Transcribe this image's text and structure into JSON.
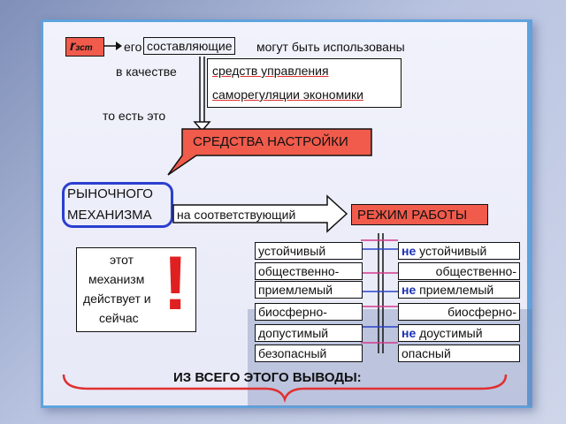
{
  "symbol": {
    "main": "r",
    "sub": "зст"
  },
  "line1": {
    "lead": "его",
    "boxed": "составляющие",
    "rest": "могут быть использованы"
  },
  "line2": {
    "lead": "в качестве",
    "option_a": "средств управления",
    "option_b": "саморегуляции экономики"
  },
  "line3": "то есть это",
  "tuning_box": "СРЕДСТВА НАСТРОЙКИ",
  "market": {
    "line1": "РЫНОЧНОГО",
    "line2": "МЕХАНИЗМА"
  },
  "arrow_text": "на соответствующий",
  "mode_box": "РЕЖИМ РАБОТЫ",
  "note": {
    "text1": "этот",
    "text2": "механизм",
    "text3": "действует и",
    "text4": "сейчас",
    "mark": "!"
  },
  "left_column": [
    "устойчивый",
    "общественно-",
    "приемлемый",
    "биосферно-",
    "допустимый",
    "безопасный"
  ],
  "right_column": {
    "row1": {
      "neg": "не",
      "word": "устойчивый"
    },
    "row2": "общественно-",
    "row3": {
      "neg": "не",
      "word": "приемлемый"
    },
    "row4": "биосферно-",
    "row5": {
      "neg": "не",
      "word": "доустимый"
    },
    "row6": "опасный"
  },
  "conclusion": "ИЗ ВСЕГО ЭТОГО ВЫВОДЫ:",
  "colors": {
    "red_box": "#f05b4c",
    "slide_border": "#5fa2dd",
    "market_border": "#2b3fd0",
    "negation": "#1a2fb8"
  }
}
